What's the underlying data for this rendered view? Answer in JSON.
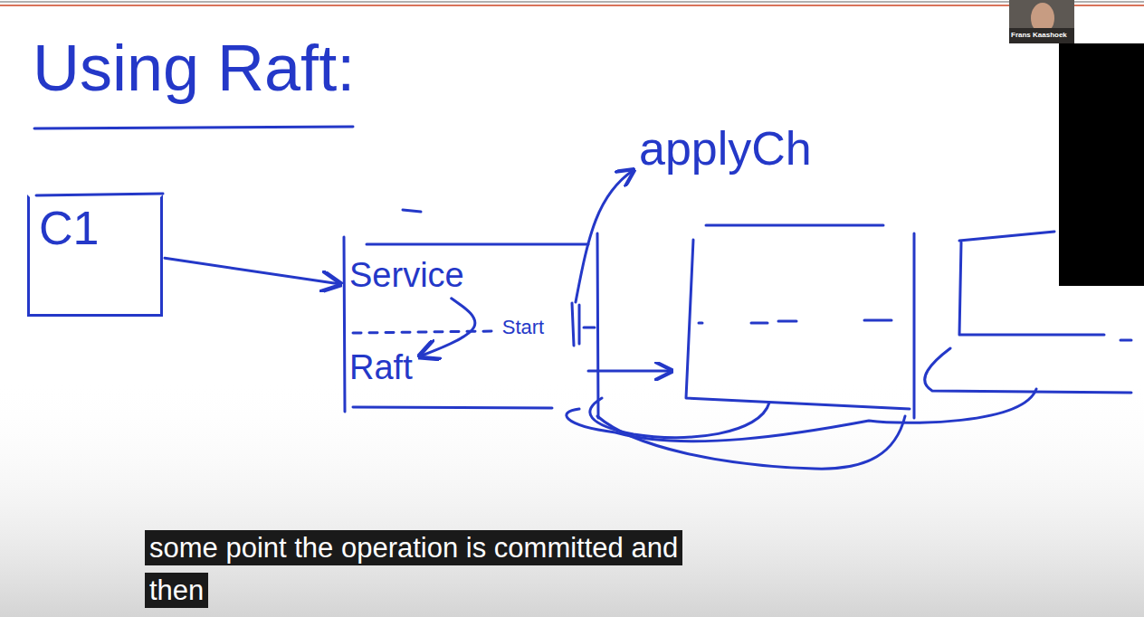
{
  "diagram": {
    "title": "Using Raft:",
    "caption": "some point the operation is committed and then",
    "nodes": [
      {
        "text": [
          "C1"
        ]
      },
      {
        "text": [
          "Service"
        ]
      },
      {
        "text": [
          "Raft"
        ]
      }
    ],
    "edges": [
      {
        "from": 0,
        "to": 1,
        "arrow": "to"
      },
      {
        "from": 1,
        "to": 2,
        "label": "Start",
        "arrow": "to"
      }
    ],
    "labels": [
      "applyCh",
      "Frans Kaashoek"
    ]
  }
}
